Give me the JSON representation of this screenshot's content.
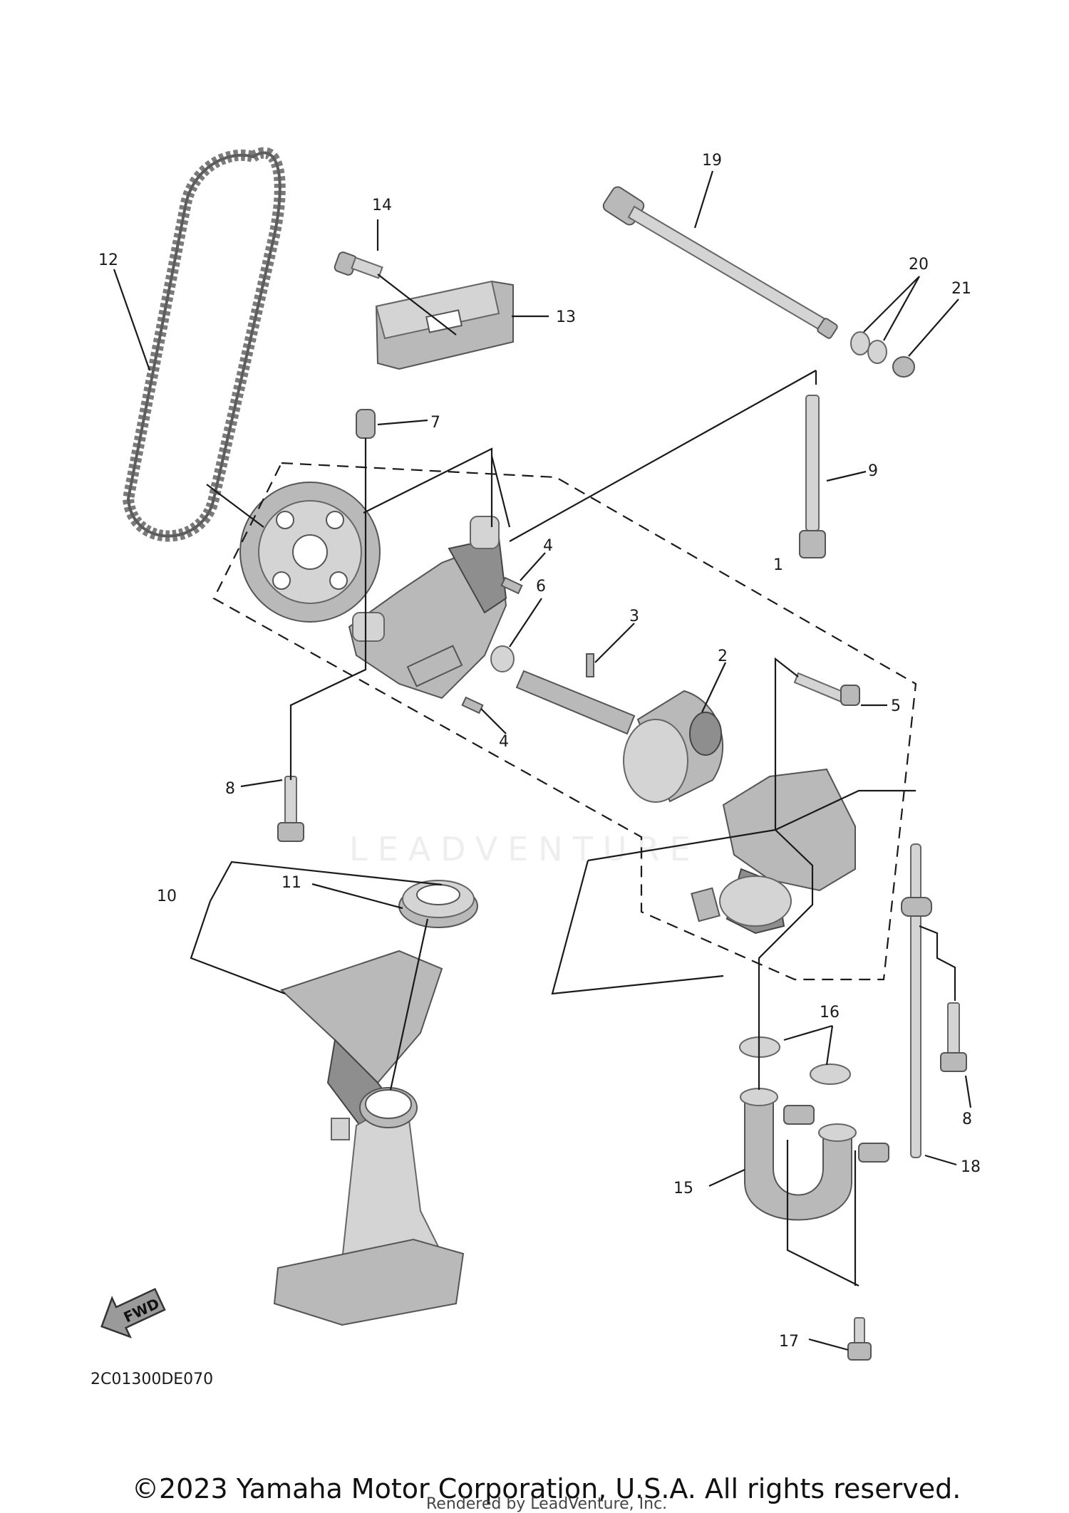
{
  "diagram_code": "2C01300DE070",
  "copyright": "©2023 Yamaha Motor Corporation, U.S.A. All rights reserved.",
  "rendered_by": "Rendered by LeadVenture, Inc.",
  "watermark": "LEADVENTURE",
  "fwd_label": "FWD",
  "callouts": {
    "c1": "1",
    "c2": "2",
    "c3": "3",
    "c4a": "4",
    "c4b": "4",
    "c5": "5",
    "c6": "6",
    "c7": "7",
    "c8a": "8",
    "c8b": "8",
    "c9": "9",
    "c10": "10",
    "c11": "11",
    "c12": "12",
    "c13": "13",
    "c14": "14",
    "c15": "15",
    "c16": "16",
    "c17": "17",
    "c18": "18",
    "c19": "19",
    "c20": "20",
    "c21": "21"
  }
}
